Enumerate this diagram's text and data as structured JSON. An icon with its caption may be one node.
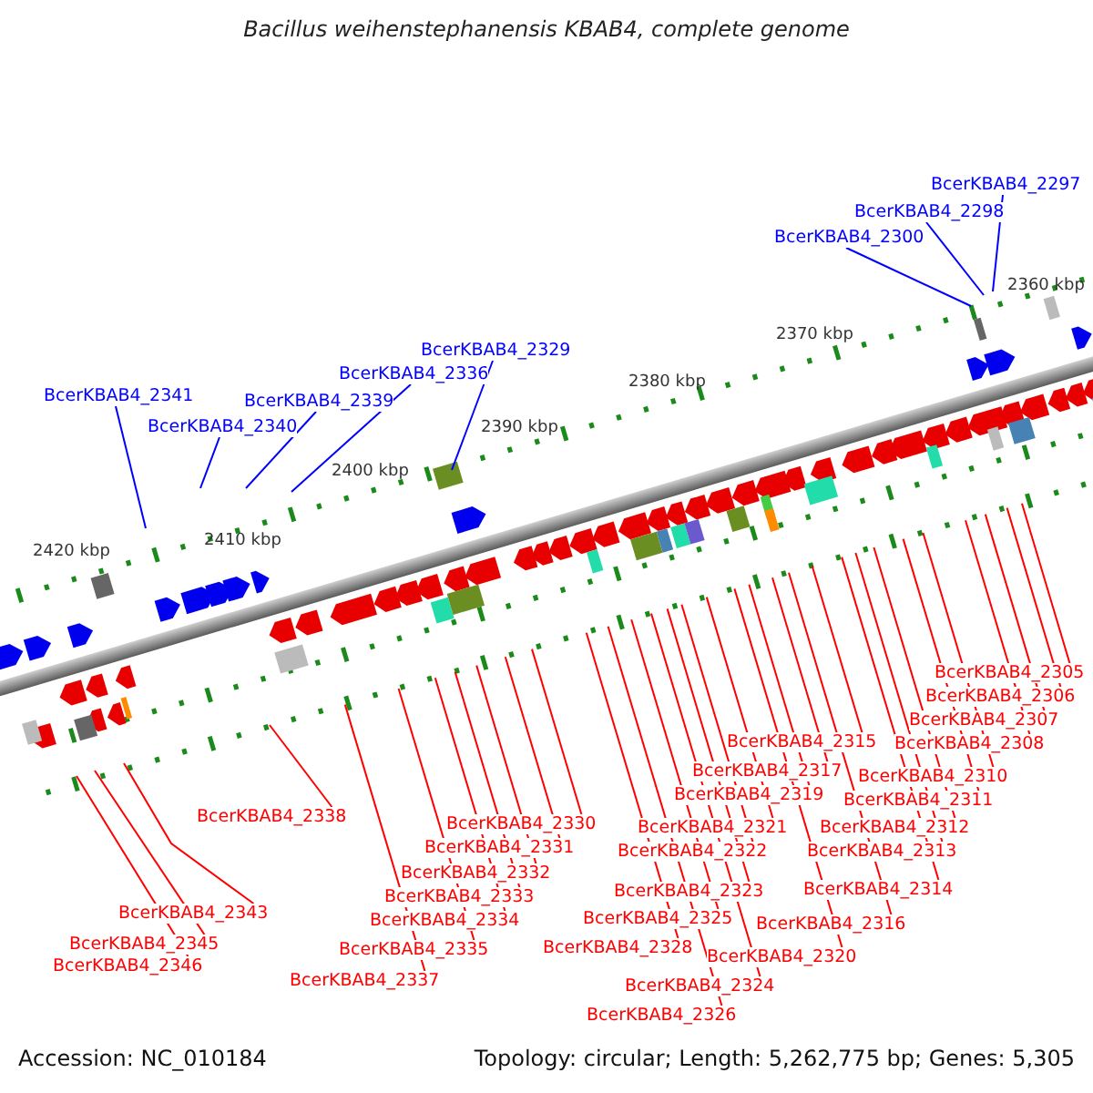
{
  "diagram": {
    "title": "Bacillus weihenstephanensis KBAB4, complete genome",
    "nodes": [
      {
        "text": [
          "BcerKBAB4_2297"
        ]
      },
      {
        "text": [
          "BcerKBAB4_2298"
        ]
      },
      {
        "text": [
          "BcerKBAB4_2300"
        ]
      },
      {
        "text": [
          "BcerKBAB4_2329"
        ]
      },
      {
        "text": [
          "BcerKBAB4_2336"
        ]
      },
      {
        "text": [
          "BcerKBAB4_2341"
        ]
      },
      {
        "text": [
          "BcerKBAB4_2339"
        ]
      },
      {
        "text": [
          "BcerKBAB4_2340"
        ]
      },
      {
        "text": [
          "BcerKBAB4_2305"
        ]
      },
      {
        "text": [
          "BcerKBAB4_2306"
        ]
      },
      {
        "text": [
          "BcerKBAB4_2307"
        ]
      },
      {
        "text": [
          "BcerKBAB4_2315"
        ]
      },
      {
        "text": [
          "BcerKBAB4_2308"
        ]
      },
      {
        "text": [
          "BcerKBAB4_2317"
        ]
      },
      {
        "text": [
          "BcerKBAB4_2310"
        ]
      },
      {
        "text": [
          "BcerKBAB4_2319"
        ]
      },
      {
        "text": [
          "BcerKBAB4_2311"
        ]
      },
      {
        "text": [
          "BcerKBAB4_2338"
        ]
      },
      {
        "text": [
          "BcerKBAB4_2330"
        ]
      },
      {
        "text": [
          "BcerKBAB4_2321"
        ]
      },
      {
        "text": [
          "BcerKBAB4_2312"
        ]
      },
      {
        "text": [
          "BcerKBAB4_2331"
        ]
      },
      {
        "text": [
          "BcerKBAB4_2322"
        ]
      },
      {
        "text": [
          "BcerKBAB4_2313"
        ]
      },
      {
        "text": [
          "BcerKBAB4_2332"
        ]
      },
      {
        "text": [
          "BcerKBAB4_2314"
        ]
      },
      {
        "text": [
          "BcerKBAB4_2323"
        ]
      },
      {
        "text": [
          "BcerKBAB4_2333"
        ]
      },
      {
        "text": [
          "BcerKBAB4_2343"
        ]
      },
      {
        "text": [
          "BcerKBAB4_2325"
        ]
      },
      {
        "text": [
          "BcerKBAB4_2334"
        ]
      },
      {
        "text": [
          "BcerKBAB4_2316"
        ]
      },
      {
        "text": [
          "BcerKBAB4_2345"
        ]
      },
      {
        "text": [
          "BcerKBAB4_2328"
        ]
      },
      {
        "text": [
          "BcerKBAB4_2335"
        ]
      },
      {
        "text": [
          "BcerKBAB4_2320"
        ]
      },
      {
        "text": [
          "BcerKBAB4_2346"
        ]
      },
      {
        "text": [
          "BcerKBAB4_2337"
        ]
      },
      {
        "text": [
          "BcerKBAB4_2324"
        ]
      },
      {
        "text": [
          "BcerKBAB4_2326"
        ]
      }
    ],
    "edges": [
      {
        "from": 0,
        "to": null,
        "arrow": "none",
        "color": "#0000ff"
      },
      {
        "from": 1,
        "to": null,
        "arrow": "none",
        "color": "#0000ff"
      },
      {
        "from": 2,
        "to": null,
        "arrow": "none",
        "color": "#0000ff"
      },
      {
        "from": 3,
        "to": null,
        "arrow": "none",
        "color": "#0000ff"
      },
      {
        "from": 4,
        "to": null,
        "arrow": "none",
        "color": "#0000ff"
      },
      {
        "from": 5,
        "to": null,
        "arrow": "none",
        "color": "#0000ff"
      },
      {
        "from": 6,
        "to": null,
        "arrow": "none",
        "color": "#0000ff"
      },
      {
        "from": 7,
        "to": null,
        "arrow": "none",
        "color": "#0000ff"
      },
      {
        "from": 8,
        "to": null,
        "arrow": "none"
      },
      {
        "from": 9,
        "to": null,
        "arrow": "none"
      },
      {
        "from": 10,
        "to": null,
        "arrow": "none"
      },
      {
        "from": 11,
        "to": null,
        "arrow": "none"
      },
      {
        "from": 12,
        "to": null,
        "arrow": "none"
      },
      {
        "from": 13,
        "to": null,
        "arrow": "none"
      },
      {
        "from": 14,
        "to": null,
        "arrow": "none"
      },
      {
        "from": 15,
        "to": null,
        "arrow": "none"
      },
      {
        "from": 16,
        "to": null,
        "arrow": "none"
      },
      {
        "from": 17,
        "to": null,
        "arrow": "none"
      },
      {
        "from": 18,
        "to": null,
        "arrow": "none"
      },
      {
        "from": 19,
        "to": null,
        "arrow": "none"
      },
      {
        "from": 20,
        "to": null,
        "arrow": "none"
      },
      {
        "from": 21,
        "to": null,
        "arrow": "none"
      },
      {
        "from": 22,
        "to": null,
        "arrow": "none"
      },
      {
        "from": 23,
        "to": null,
        "arrow": "none"
      },
      {
        "from": 24,
        "to": null,
        "arrow": "none"
      },
      {
        "from": 25,
        "to": null,
        "arrow": "none"
      },
      {
        "from": 26,
        "to": null,
        "arrow": "none"
      },
      {
        "from": 27,
        "to": null,
        "arrow": "none"
      },
      {
        "from": 28,
        "to": null,
        "arrow": "none"
      },
      {
        "from": 29,
        "to": null,
        "arrow": "none"
      },
      {
        "from": 30,
        "to": null,
        "arrow": "none"
      },
      {
        "from": 31,
        "to": null,
        "arrow": "none"
      },
      {
        "from": 32,
        "to": null,
        "arrow": "none"
      },
      {
        "from": 33,
        "to": null,
        "arrow": "none"
      },
      {
        "from": 34,
        "to": null,
        "arrow": "none"
      },
      {
        "from": 35,
        "to": null,
        "arrow": "none"
      },
      {
        "from": 36,
        "to": null,
        "arrow": "none"
      },
      {
        "from": 37,
        "to": null,
        "arrow": "none"
      },
      {
        "from": 38,
        "to": null,
        "arrow": "none"
      },
      {
        "from": 39,
        "to": null,
        "arrow": "none"
      }
    ],
    "labels": [
      "2360 kbp",
      "2370 kbp",
      "2380 kbp",
      "2390 kbp",
      "2400 kbp",
      "2410 kbp",
      "2420 kbp",
      "Accession: NC_010184",
      "Topology: circular; Length: 5,262,775 bp; Genes: 5,305"
    ]
  }
}
